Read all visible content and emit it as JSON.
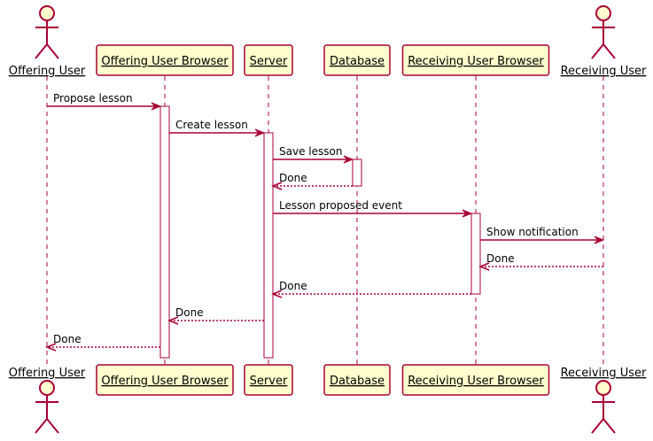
{
  "participants": [
    {
      "id": "offering_user",
      "label": "Offering User",
      "kind": "actor"
    },
    {
      "id": "offering_browser",
      "label": "Offering User Browser",
      "kind": "participant"
    },
    {
      "id": "server",
      "label": "Server",
      "kind": "participant"
    },
    {
      "id": "database",
      "label": "Database",
      "kind": "participant"
    },
    {
      "id": "receiving_browser",
      "label": "Receiving User Browser",
      "kind": "participant"
    },
    {
      "id": "receiving_user",
      "label": "Receiving User",
      "kind": "actor"
    }
  ],
  "messages": [
    {
      "from": "offering_user",
      "to": "offering_browser",
      "label": "Propose lesson",
      "kind": "sync"
    },
    {
      "from": "offering_browser",
      "to": "server",
      "label": "Create lesson",
      "kind": "sync"
    },
    {
      "from": "server",
      "to": "database",
      "label": "Save lesson",
      "kind": "sync"
    },
    {
      "from": "database",
      "to": "server",
      "label": "Done",
      "kind": "return"
    },
    {
      "from": "server",
      "to": "receiving_browser",
      "label": "Lesson proposed event",
      "kind": "sync"
    },
    {
      "from": "receiving_browser",
      "to": "receiving_user",
      "label": "Show notification",
      "kind": "sync"
    },
    {
      "from": "receiving_user",
      "to": "receiving_browser",
      "label": "Done",
      "kind": "return"
    },
    {
      "from": "receiving_browser",
      "to": "server",
      "label": "Done",
      "kind": "return"
    },
    {
      "from": "server",
      "to": "offering_browser",
      "label": "Done",
      "kind": "return"
    },
    {
      "from": "offering_browser",
      "to": "offering_user",
      "label": "Done",
      "kind": "return"
    }
  ],
  "colors": {
    "border": "#A80036",
    "fill": "#FEFECE",
    "activation": "#FFFFFF",
    "text": "#000000"
  }
}
